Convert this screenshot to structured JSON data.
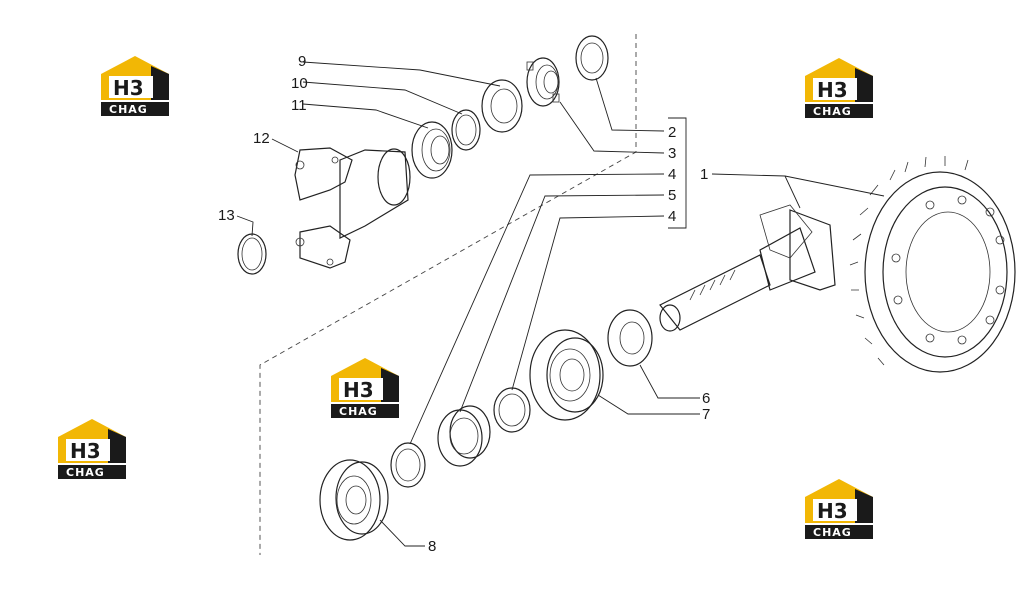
{
  "logo": {
    "mark": "H3",
    "text": "CHAG",
    "colors": {
      "accent": "#f2b705",
      "dark": "#1a1a1a"
    }
  },
  "callouts": {
    "c1": "1",
    "c2": "2",
    "c3": "3",
    "c4a": "4",
    "c5": "5",
    "c4b": "4",
    "c6": "6",
    "c7": "7",
    "c8": "8",
    "c9": "9",
    "c10": "10",
    "c11": "11",
    "c12": "12",
    "c13": "13"
  }
}
